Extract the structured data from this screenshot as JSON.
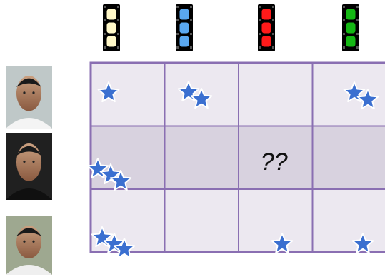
{
  "columns": [
    {
      "name": "cream-column",
      "color": "#fff8c8",
      "icon": "cream-film-strip-icon"
    },
    {
      "name": "blue-column",
      "color": "#5aa8f0",
      "icon": "blue-film-strip-icon"
    },
    {
      "name": "red-column",
      "color": "#ff1a1a",
      "icon": "red-film-strip-icon"
    },
    {
      "name": "green-column",
      "color": "#14b814",
      "icon": "green-film-strip-icon"
    }
  ],
  "rows": [
    {
      "name": "person-1",
      "icon": "person-1-photo-icon"
    },
    {
      "name": "person-2",
      "icon": "person-2-photo-icon"
    },
    {
      "name": "person-3",
      "icon": "person-3-photo-icon"
    }
  ],
  "matrix": {
    "unknown_label": "??",
    "unknown_cell": {
      "row": 1,
      "col": 2
    },
    "colors": {
      "grid_line": "#8a6fb2",
      "cell_fill": "#ece8f0",
      "highlight_row_fill": "#d8d2df",
      "star": "#3a6fd0",
      "star_outline": "#ffffff"
    },
    "stars_per_cell": [
      [
        1,
        2,
        0,
        2
      ],
      [
        3,
        0,
        0,
        0
      ],
      [
        3,
        0,
        1,
        1
      ]
    ]
  }
}
